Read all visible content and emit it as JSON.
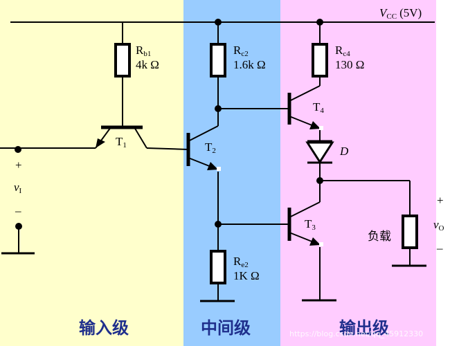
{
  "supply": {
    "v": "V",
    "sub": "CC",
    "value": "(5V)"
  },
  "resistors": {
    "rb1": {
      "sym": "R",
      "sub": "b1",
      "value": "4k Ω"
    },
    "rc2": {
      "sym": "R",
      "sub": "c2",
      "value": "1.6k Ω"
    },
    "rc4": {
      "sym": "R",
      "sub": "c4",
      "value": "130 Ω"
    },
    "re2": {
      "sym": "R",
      "sub": "e2",
      "value": "1K Ω"
    }
  },
  "transistors": {
    "t1": {
      "sym": "T",
      "sub": "1"
    },
    "t2": {
      "sym": "T",
      "sub": "2"
    },
    "t3": {
      "sym": "T",
      "sub": "3"
    },
    "t4": {
      "sym": "T",
      "sub": "4"
    }
  },
  "diode": {
    "label": "D"
  },
  "load": {
    "label": "负载"
  },
  "input": {
    "plus": "+",
    "minus": "–",
    "v": "v",
    "sub": "I"
  },
  "output": {
    "plus": "+",
    "minus": "–",
    "v": "v",
    "sub": "O"
  },
  "sections": {
    "input": "输入级",
    "middle": "中间级",
    "output": "输出级"
  },
  "watermark": "https://blog.csdn.net/qq_45912330",
  "colors": {
    "input_bg": "#ffffcc",
    "middle_bg": "#99ccff",
    "output_bg": "#ffccff"
  }
}
